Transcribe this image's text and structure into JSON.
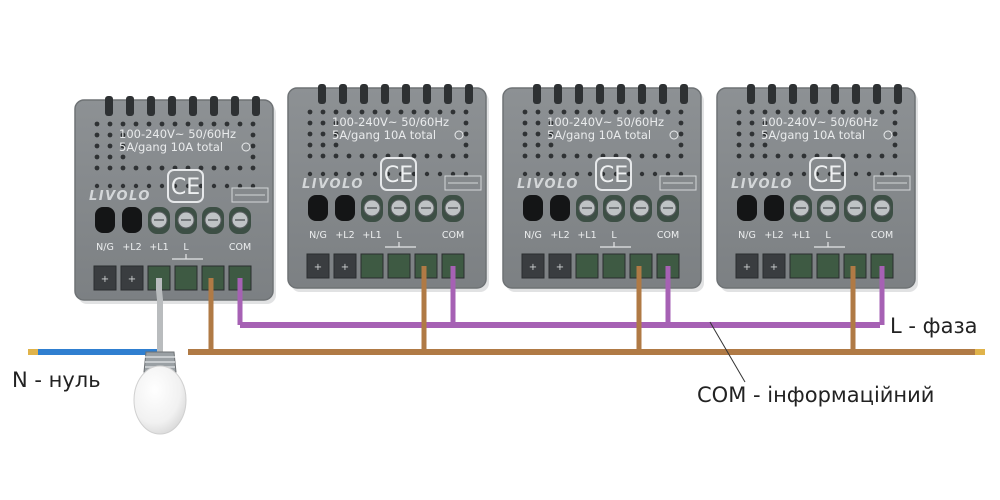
{
  "modules": [
    {
      "spec_line1": "100-240V~  50/60Hz",
      "spec_line2": "5A/gang 10A total",
      "brand": "LIVOLO",
      "ce_mark": "CE",
      "terminals": [
        "N/G",
        "+L2",
        "+L1",
        "L",
        "COM"
      ]
    },
    {
      "spec_line1": "100-240V~  50/60Hz",
      "spec_line2": "5A/gang 10A total",
      "brand": "LIVOLO",
      "ce_mark": "CE",
      "terminals": [
        "N/G",
        "+L2",
        "+L1",
        "L",
        "COM"
      ]
    },
    {
      "spec_line1": "100-240V~  50/60Hz",
      "spec_line2": "5A/gang 10A total",
      "brand": "LIVOLO",
      "ce_mark": "CE",
      "terminals": [
        "N/G",
        "+L2",
        "+L1",
        "L",
        "COM"
      ]
    },
    {
      "spec_line1": "100-240V~  50/60Hz",
      "spec_line2": "5A/gang 10A total",
      "brand": "LIVOLO",
      "ce_mark": "CE",
      "terminals": [
        "N/G",
        "+L2",
        "+L1",
        "L",
        "COM"
      ]
    }
  ],
  "labels": {
    "neutral": "N -  нуль",
    "phase": "L - фаза",
    "com": "COM - інформаційний"
  },
  "colors": {
    "module_body": "#85898c",
    "phase_wire": "#b07a45",
    "com_wire": "#a661b4",
    "neutral_wire": "#2f7fd0",
    "lamp_wire": "#b9bcbe"
  }
}
